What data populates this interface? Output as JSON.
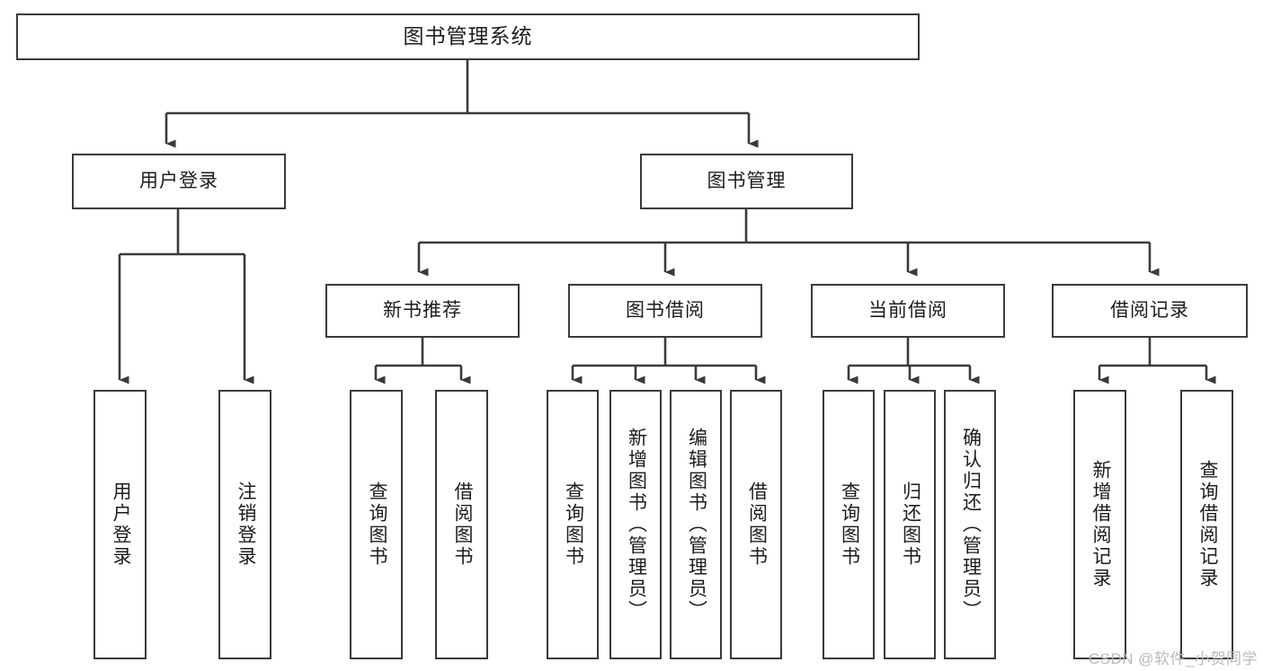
{
  "diagram": {
    "type": "tree",
    "title": "图书管理系统",
    "stroke_color": "#3a3a3a",
    "fill_color": "#ffffff",
    "text_color": "#1c1c1c",
    "root": {
      "label": "图书管理系统"
    },
    "level2": [
      {
        "label": "用户登录"
      },
      {
        "label": "图书管理"
      }
    ],
    "level3": [
      {
        "label": "新书推荐"
      },
      {
        "label": "图书借阅"
      },
      {
        "label": "当前借阅"
      },
      {
        "label": "借阅记录"
      }
    ],
    "leaves": {
      "user_login": [
        {
          "label": "用户登录"
        },
        {
          "label": "注销登录"
        }
      ],
      "new_books": [
        {
          "label": "查询图书"
        },
        {
          "label": "借阅图书"
        }
      ],
      "book_borrow": [
        {
          "label": "查询图书"
        },
        {
          "label": "新增图书（管理员）"
        },
        {
          "label": "编辑图书（管理员）"
        },
        {
          "label": "借阅图书"
        }
      ],
      "current_borrow": [
        {
          "label": "查询图书"
        },
        {
          "label": "归还图书"
        },
        {
          "label": "确认归还（管理员）"
        }
      ],
      "borrow_records": [
        {
          "label": "新增借阅记录"
        },
        {
          "label": "查询借阅记录"
        }
      ]
    }
  },
  "watermark": {
    "text": "CSDN @软件_小贺同学"
  }
}
